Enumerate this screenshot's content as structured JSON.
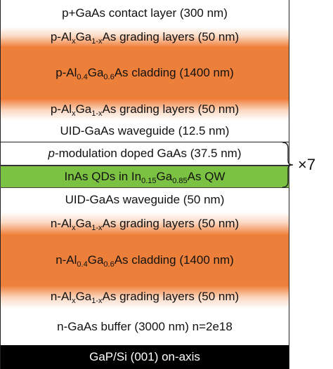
{
  "layers": {
    "contact": "p+GaAs contact layer (300 nm)",
    "grading_top1": {
      "pre": "p-Al",
      "x": "x",
      "ga": "Ga",
      "sub": "1-x",
      "post": "As grading layers (50 nm)"
    },
    "cladding_p": {
      "pre": "p-Al",
      "al": "0.4",
      "ga": "Ga",
      "ga_sub": "0.6",
      "post": "As cladding (1400 nm)"
    },
    "grading_top2": {
      "pre": "p-Al",
      "x": "x",
      "ga": "Ga",
      "sub": "1-x",
      "post": "As grading layers (50 nm)"
    },
    "uid_top": "UID-GaAs waveguide (12.5 nm)",
    "pmod": {
      "italic": "p",
      "post": "-modulation doped GaAs (37.5 nm)"
    },
    "qd": {
      "pre": "InAs QDs in In",
      "in_sub": "0.15",
      "ga": "Ga",
      "ga_sub": "0.85",
      "post": "As QW"
    },
    "uid_bottom": "UID-GaAs waveguide (50 nm)",
    "grading_bot1": {
      "pre": "n-Al",
      "x": "x",
      "ga": "Ga",
      "sub": "1-x",
      "post": "As grading layers (50 nm)"
    },
    "cladding_n": {
      "pre": "n-Al",
      "al": "0.4",
      "ga": "Ga",
      "ga_sub": "0.6",
      "post": "As cladding (1400 nm)"
    },
    "grading_bot2": {
      "pre": "n-Al",
      "x": "x",
      "ga": "Ga",
      "sub": "1-x",
      "post": "As grading layers (50 nm)"
    },
    "buffer": "n-GaAs buffer (3000 nm) n=2e18",
    "substrate": "GaP/Si (001) on-axis"
  },
  "repeat_label": "×7",
  "colors": {
    "cladding": "#ec7f3a",
    "qd_layer": "#7cc242",
    "substrate": "#000000",
    "grading": "#f07a32"
  }
}
